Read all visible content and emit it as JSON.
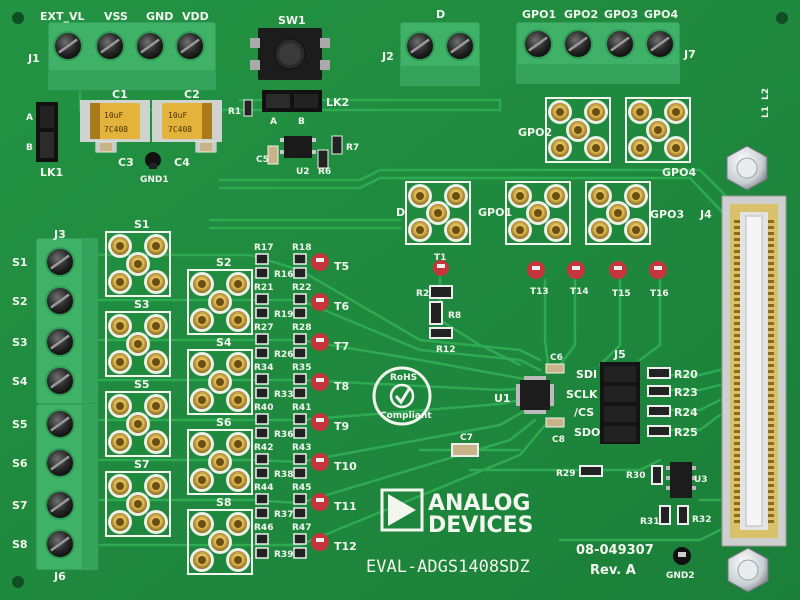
{
  "board": {
    "name": "EVAL-ADGS1408SDZ",
    "part_number": "08-049307",
    "revision": "Rev. A",
    "brand_line1": "ANALOG",
    "brand_line2": "DEVICES",
    "rohs_top": "RoHS",
    "rohs_bottom": "Compliant",
    "colors": {
      "pcb": "#1f8a3e",
      "pcb_dark": "#17732f",
      "trace": "#2aa24e",
      "terminal": "#43b56b",
      "silk": "#f2f6ee",
      "gold": "#c9a33b",
      "tantalum": "#e2b23a",
      "red_loop": "#c5353b"
    }
  },
  "labels": {
    "ext_vl": "EXT_VL",
    "vss": "VSS",
    "gnd": "GND",
    "vdd": "VDD",
    "j1": "J1",
    "sw1": "SW1",
    "d_top": "D",
    "j2": "J2",
    "gpo1": "GPO1",
    "gpo2": "GPO2",
    "gpo3": "GPO3",
    "gpo4": "GPO4",
    "j7": "J7",
    "c1": "C1",
    "c2": "C2",
    "a": "A",
    "b": "B",
    "lk1": "LK1",
    "lk2": "LK2",
    "r1": "R1",
    "c3": "C3",
    "c4": "C4",
    "gnd1": "GND1",
    "c5": "C5",
    "u2": "U2",
    "r6": "R6",
    "r7": "R7",
    "l1": "L1",
    "l2": "L2",
    "j3": "J3",
    "j4": "J4",
    "j5": "J5",
    "j6": "J6",
    "d_mid": "D",
    "t1": "T1",
    "r2": "R2",
    "r8": "R8",
    "r12": "R12",
    "t13": "T13",
    "t14": "T14",
    "t15": "T15",
    "t16": "T16",
    "c6": "C6",
    "c7": "C7",
    "c8": "C8",
    "u1": "U1",
    "sdi": "SDI",
    "sclk": "SCLK",
    "cs": "/CS",
    "sdo": "SDO",
    "r20": "R20",
    "r23": "R23",
    "r24": "R24",
    "r25": "R25",
    "r29": "R29",
    "r30": "R30",
    "u3": "U3",
    "r31": "R31",
    "r32": "R32",
    "gnd2": "GND2"
  },
  "sources": [
    "S1",
    "S2",
    "S3",
    "S4",
    "S5",
    "S6",
    "S7",
    "S8"
  ],
  "channel_parts": [
    {
      "r_top_a": "R17",
      "r_top_b": "R18",
      "r_mid": "R16",
      "tp": "T5"
    },
    {
      "r_top_a": "R21",
      "r_top_b": "R22",
      "r_mid": "R19",
      "tp": "T6"
    },
    {
      "r_top_a": "R27",
      "r_top_b": "R28",
      "r_mid": "R26",
      "tp": "T7"
    },
    {
      "r_top_a": "R34",
      "r_top_b": "R35",
      "r_mid": "R33",
      "tp": "T8"
    },
    {
      "r_top_a": "R40",
      "r_top_b": "R41",
      "r_mid": "R36",
      "tp": "T9"
    },
    {
      "r_top_a": "R42",
      "r_top_b": "R43",
      "r_mid": "R38",
      "tp": "T10"
    },
    {
      "r_top_a": "R44",
      "r_top_b": "R45",
      "r_mid": "R37",
      "tp": "T11"
    },
    {
      "r_top_a": "R46",
      "r_top_b": "R47",
      "r_mid": "R39",
      "tp": "T12"
    }
  ],
  "cap_markings": {
    "c1_top": "10uF",
    "c1_bottom": "7C408",
    "c2_top": "10uF",
    "c2_bottom": "7C408"
  }
}
